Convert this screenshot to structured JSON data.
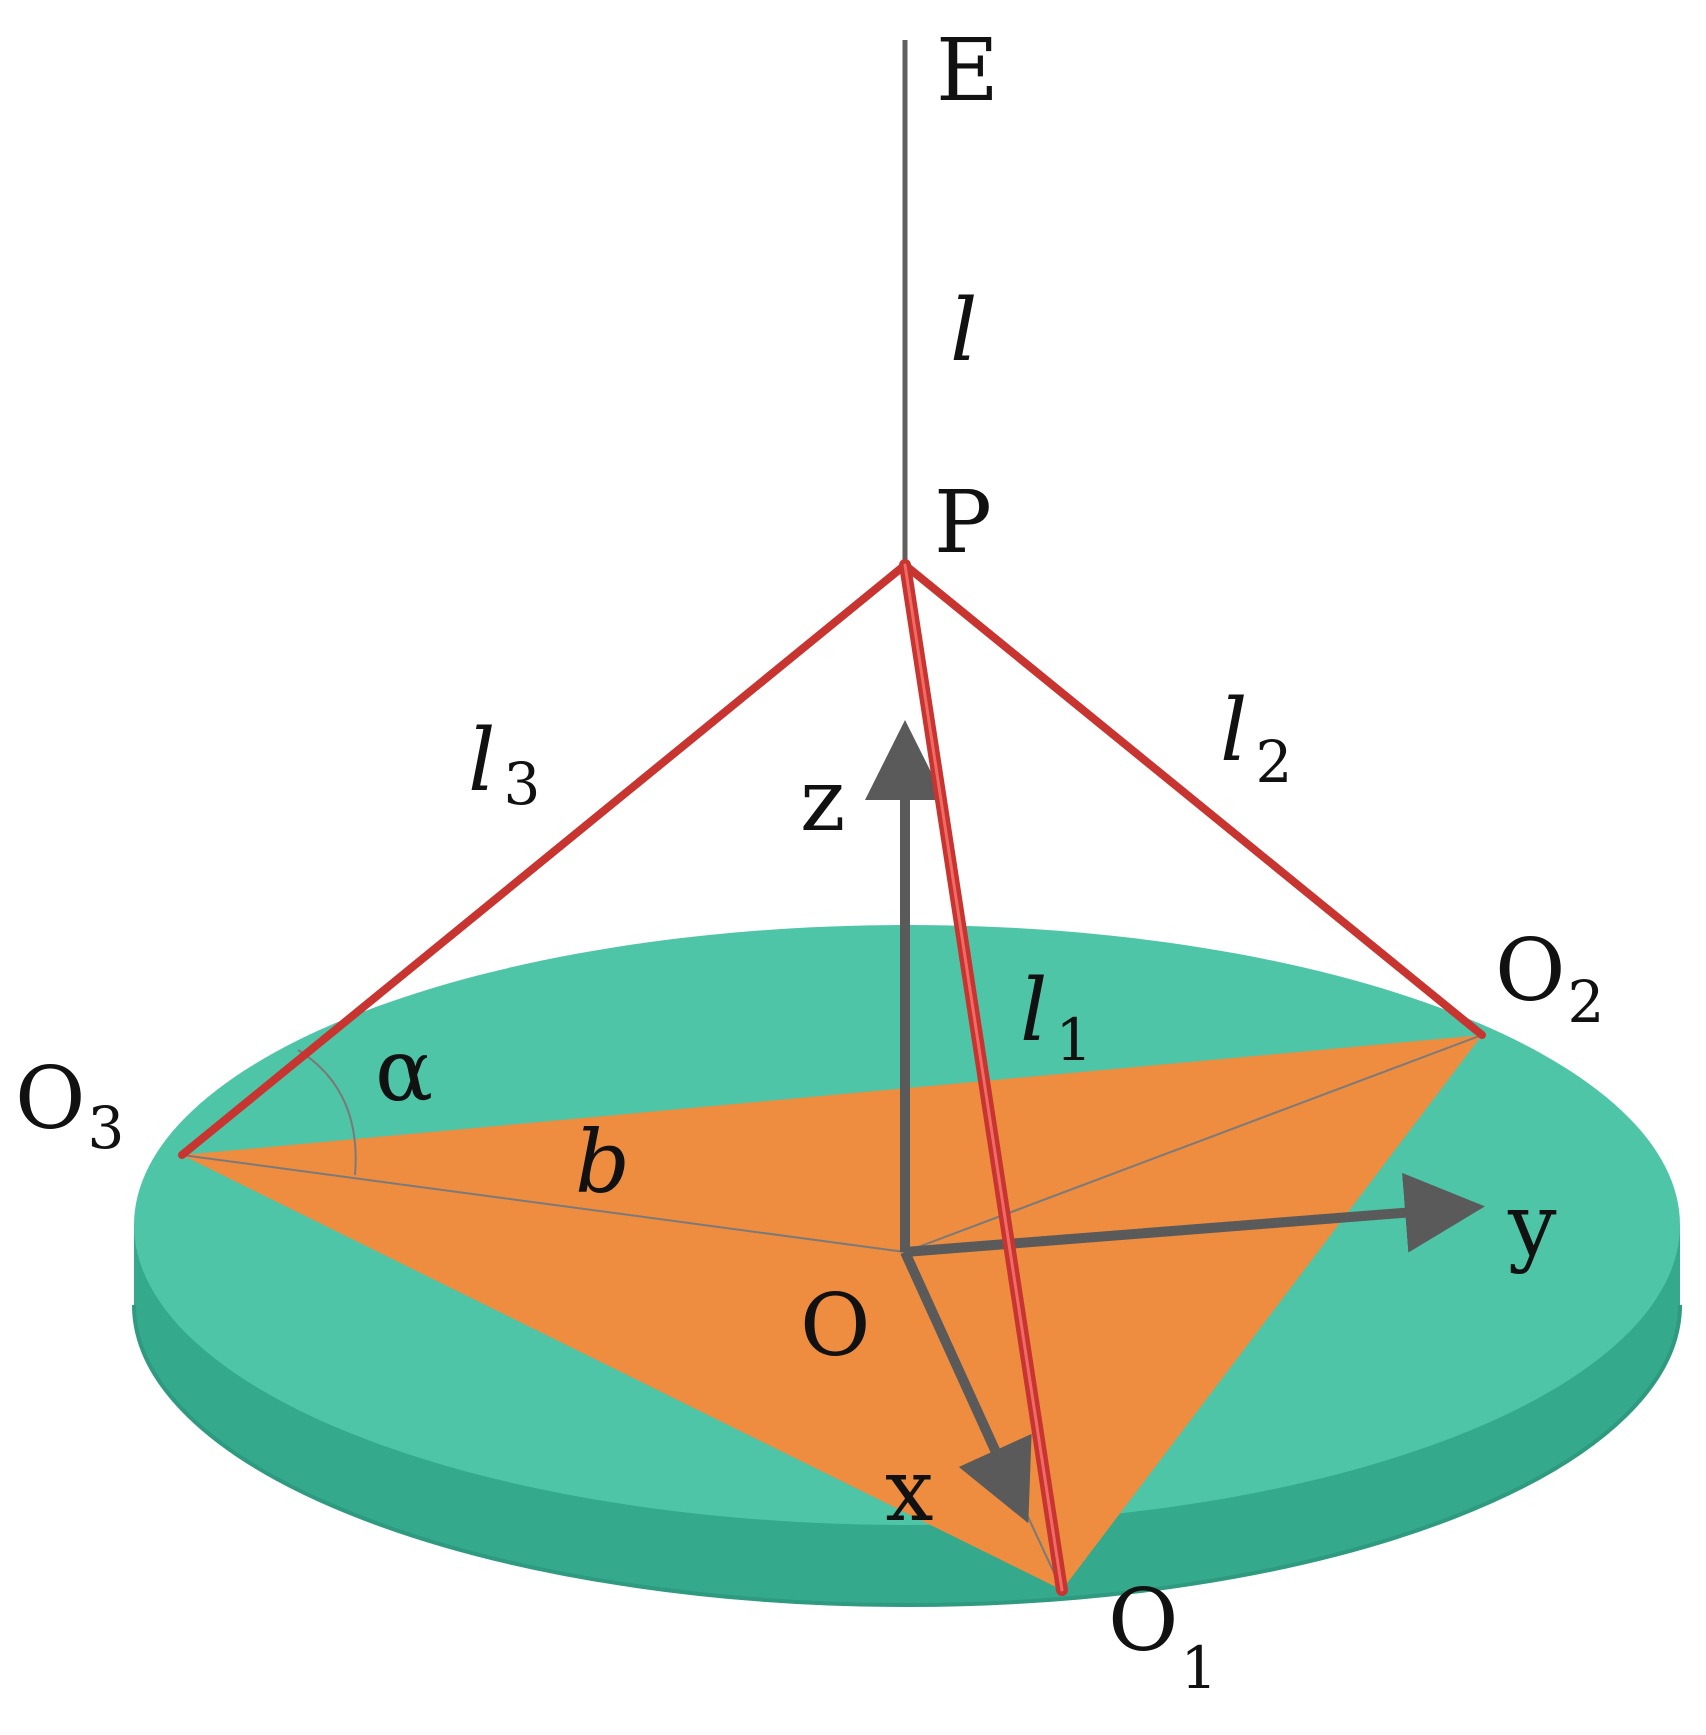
{
  "colors": {
    "disk_top": "#4EC5A6",
    "disk_side": "#34A98C",
    "triangle": "#EE8C40",
    "rod": "#C8342F",
    "rod_highlight": "#F06A66",
    "axis": "#5A5A5A",
    "shaft": "#5F5F5F",
    "guide_line": "#7A7A7A"
  },
  "labels": {
    "E": "E",
    "l": "l",
    "P": "P",
    "l3_main": "l",
    "l3_sub": "3",
    "l2_main": "l",
    "l2_sub": "2",
    "l1_main": "l",
    "l1_sub": "1",
    "z": "z",
    "O2_main": "O",
    "O2_sub": "2",
    "O3_main": "O",
    "O3_sub": "3",
    "alpha": "α",
    "b": "b",
    "y": "y",
    "O": "O",
    "x": "x",
    "O1_main": "O",
    "O1_sub": "1"
  }
}
